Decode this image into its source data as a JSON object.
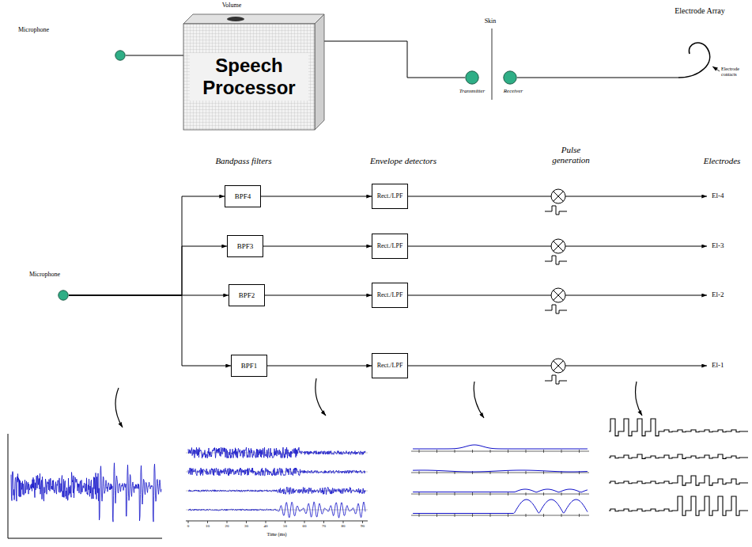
{
  "diagram": {
    "nodes": [
      {
        "text": [
          "Microphone"
        ]
      },
      {
        "text": [
          "Speech Processor"
        ]
      },
      {
        "text": [
          "Transmitter"
        ]
      },
      {
        "text": [
          "Receiver"
        ]
      },
      {
        "text": [
          "Microphone"
        ]
      },
      {
        "text": [
          "BPF4"
        ]
      },
      {
        "text": [
          "BPF3"
        ]
      },
      {
        "text": [
          "BPF2"
        ]
      },
      {
        "text": [
          "BPF1"
        ]
      },
      {
        "text": [
          "Rect./LPF"
        ]
      },
      {
        "text": [
          "Rect./LPF"
        ]
      },
      {
        "text": [
          "Rect./LPF"
        ]
      },
      {
        "text": [
          "Rect./LPF"
        ]
      }
    ],
    "edges": [
      {
        "from": 0,
        "to": 1,
        "arrow": "none"
      },
      {
        "from": 1,
        "to": 2,
        "arrow": "none"
      },
      {
        "from": 4,
        "to": 5,
        "arrow": "to"
      },
      {
        "from": 4,
        "to": 6,
        "arrow": "to"
      },
      {
        "from": 4,
        "to": 7,
        "arrow": "to"
      },
      {
        "from": 4,
        "to": 8,
        "arrow": "to"
      },
      {
        "from": 5,
        "to": 9,
        "arrow": "to"
      },
      {
        "from": 6,
        "to": 10,
        "arrow": "to"
      },
      {
        "from": 7,
        "to": 11,
        "arrow": "to"
      },
      {
        "from": 8,
        "to": 12,
        "arrow": "to"
      }
    ],
    "labels": [
      "Volume",
      "Skin",
      "Electrode Array",
      "Electrode contacts",
      "Bandpass filters",
      "Envelope detectors",
      "Pulse generation",
      "Electrodes",
      "El-4",
      "El-3",
      "El-2",
      "El-1",
      "0",
      "10",
      "20",
      "30",
      "40",
      "50",
      "60",
      "70",
      "80",
      "90",
      "Time (ms)"
    ]
  }
}
